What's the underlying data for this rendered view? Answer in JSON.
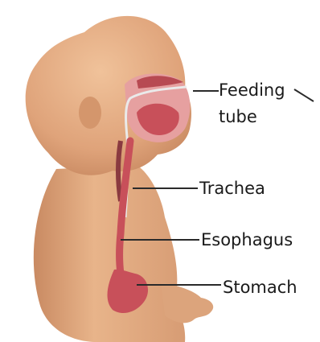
{
  "labels": {
    "feeding_tube_line1": "Feeding",
    "feeding_tube_line2": "tube",
    "trachea": "Trachea",
    "esophagus": "Esophagus",
    "stomach": "Stomach"
  },
  "colors": {
    "skin": "#e8b48a",
    "skin_shadow": "#c98a62",
    "organ": "#c8505a",
    "leader_line": "#2a2a2a",
    "label_text": "#1a1a1a"
  }
}
